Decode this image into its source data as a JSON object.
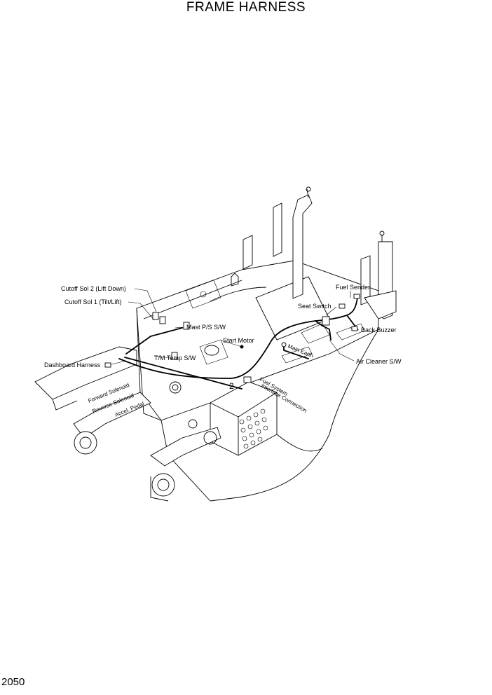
{
  "title": "FRAME HARNESS",
  "page_number": "2050",
  "callouts": {
    "cutoff_sol_2": "Cutoff Sol 2 (Lift Down)",
    "cutoff_sol_1": "Cutoff Sol 1 (Tilt/Lift)",
    "mast_ps_sw": "Mast P/S S/W",
    "start_motor": "Start Motor",
    "tm_temp_sw": "T/M Temp S/W",
    "dashboard_harness": "Dashboard Harness",
    "forward_solenoid": "Forward Solenoid",
    "reverse_solenoid": "Reverse Solenoid",
    "accel_pedal": "Accel. Pedal",
    "fuel_sender": "Fuel Sender",
    "seat_switch": "Seat Switch",
    "back_buzzer": "Back Buzzer",
    "air_cleaner_sw": "Air Cleaner S/W",
    "main_earth": "Main Earth",
    "fuel_system": "Fuel System",
    "interface_connection": "Interface Connection",
    "ref_2": "2"
  }
}
